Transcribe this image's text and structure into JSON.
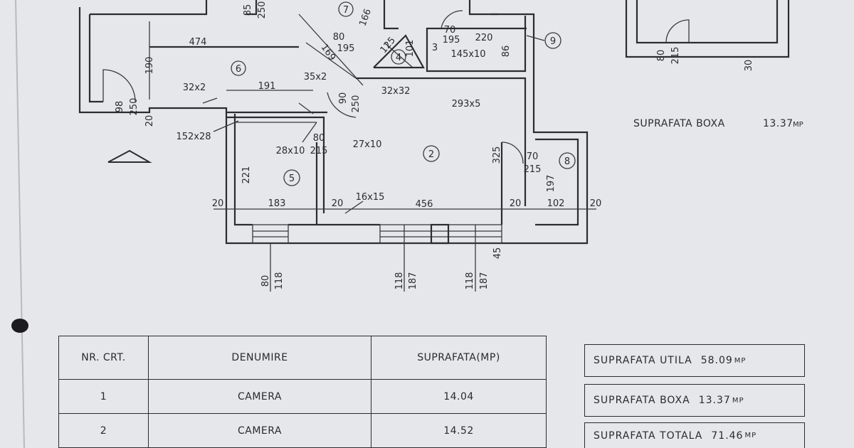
{
  "plan": {
    "room_numbers": [
      "6",
      "7",
      "4",
      "9",
      "2",
      "5",
      "8"
    ],
    "dims": {
      "d474": "474",
      "d190": "190",
      "d85": "85",
      "d250a": "250",
      "d98": "98",
      "d250b": "250",
      "d32x2": "32x2",
      "d191": "191",
      "d35x2": "35x2",
      "d20l": "20",
      "d152x28": "152x28",
      "d169": "169",
      "d80a": "80",
      "d195a": "195",
      "d166": "166",
      "d70a": "70",
      "d195b": "195",
      "d220": "220",
      "d145x10": "145x10",
      "d86": "86",
      "d32x32": "32x32",
      "d293x5": "293x5",
      "d90": "90",
      "d250c": "250",
      "d28x10": "28x10",
      "d80b": "80",
      "d215a": "215",
      "d27x10": "27x10",
      "d221": "221",
      "d325": "325",
      "d70b": "70",
      "d215b": "215",
      "d197": "197",
      "d20a": "20",
      "d183": "183",
      "d20b": "20",
      "d16x15": "16x15",
      "d456": "456",
      "d20c": "20",
      "d102": "102",
      "d20d": "20",
      "d80c": "80",
      "d118a": "118",
      "d118b": "118",
      "d187a": "187",
      "d118c": "118",
      "d187b": "187",
      "d45": "45",
      "d80d": "80",
      "d215c": "215",
      "d30": "30",
      "d125": "125",
      "d101": "101",
      "d3": "3"
    },
    "boxa_note_label": "SUPRAFATA BOXA",
    "boxa_note_value": "13.37",
    "unit": "MP"
  },
  "table": {
    "headers": [
      "NR. CRT.",
      "DENUMIRE",
      "SUPRAFATA(MP)"
    ],
    "rows": [
      {
        "nr": "1",
        "name": "CAMERA",
        "area": "14.04"
      },
      {
        "nr": "2",
        "name": "CAMERA",
        "area": "14.52"
      }
    ]
  },
  "summary": {
    "utila_label": "SUPRAFATA UTILA",
    "utila_value": "58.09",
    "boxa_label": "SUPRAFATA BOXA",
    "boxa_value": "13.37",
    "totala_label": "SUPRAFATA TOTALA",
    "totala_value": "71.46",
    "unit": "MP"
  }
}
